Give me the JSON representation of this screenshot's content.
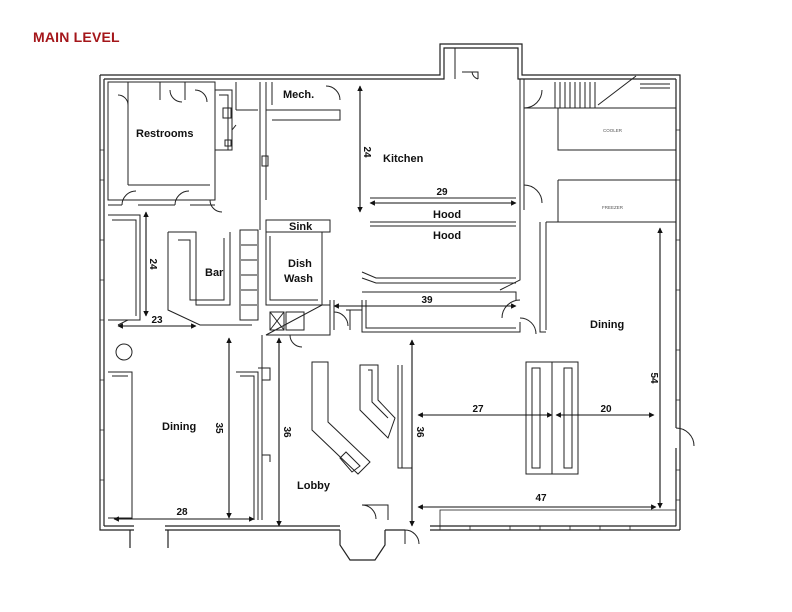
{
  "title": "MAIN LEVEL",
  "colors": {
    "title": "#a4161a",
    "wall": "#222222",
    "dim": "#111111"
  },
  "rooms": {
    "restrooms": "Restrooms",
    "mech": "Mech.",
    "kitchen": "Kitchen",
    "hood1": "Hood",
    "hood2": "Hood",
    "sink": "Sink",
    "dish": "Dish",
    "wash": "Wash",
    "bar": "Bar",
    "dining_left": "Dining",
    "dining_right": "Dining",
    "lobby": "Lobby",
    "cooler": "COOLER",
    "freezer": "FREEZER"
  },
  "dimensions": {
    "d24_kitchen": "24",
    "d29": "29",
    "d39": "39",
    "d24_bar": "24",
    "d23": "23",
    "d35": "35",
    "d36_lobby": "36",
    "d36_right": "36",
    "d27": "27",
    "d20": "20",
    "d54": "54",
    "d47": "47",
    "d28": "28"
  }
}
